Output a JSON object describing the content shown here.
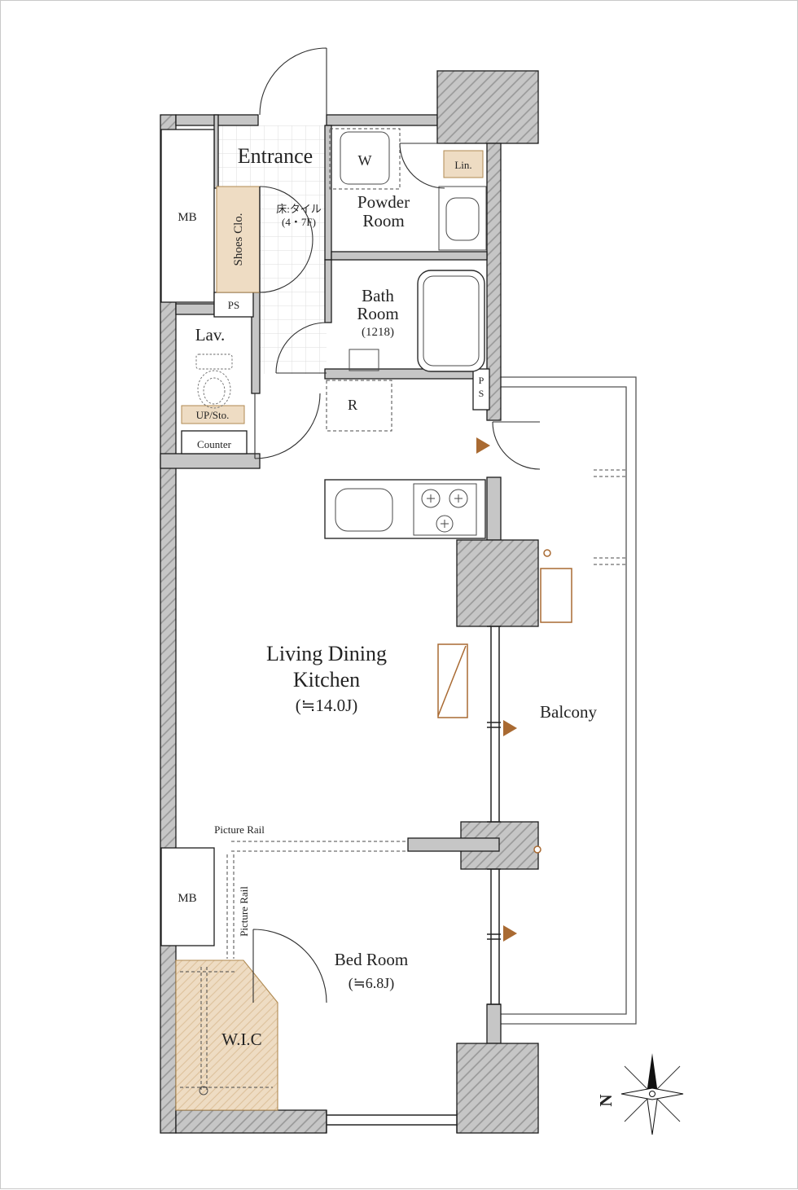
{
  "plan": {
    "type": "apartment-floor-plan"
  },
  "colors": {
    "wall_gray": "#c6c6c6",
    "hatch_line": "#979797",
    "outline": "#1c1c1c",
    "closet_beige": "#eedcc3",
    "closet_border": "#b08a52",
    "closet_hatch": "#ddc19b",
    "accent_orange": "#a96a32",
    "tile_line": "#dedede",
    "rail_gray": "#555555"
  },
  "rooms": {
    "entrance": {
      "label": "Entrance"
    },
    "powder": {
      "line1": "Powder",
      "line2": "Room"
    },
    "bath": {
      "line1": "Bath",
      "line2": "Room",
      "size": "(1218)"
    },
    "lav": {
      "label": "Lav."
    },
    "ldk": {
      "line1": "Living Dining",
      "line2": "Kitchen",
      "size": "(≒14.0J)"
    },
    "bedroom": {
      "label": "Bed Room",
      "size": "(≒6.8J)"
    },
    "balcony": {
      "label": "Balcony"
    },
    "wic": {
      "label": "W.I.C"
    }
  },
  "fixtures": {
    "mb_top": "MB",
    "mb_bottom": "MB",
    "shoes_closet": "Shoes Clo.",
    "floor_note_line1": "床:タイル",
    "floor_note_line2": "(4・7F)",
    "washer": "W",
    "linen": "Lin.",
    "ps_top": "PS",
    "ps_right_p": "P",
    "ps_right_s": "S",
    "up_storage": "UP/Sto.",
    "counter": "Counter",
    "refrigerator": "R",
    "picture_rail_top": "Picture Rail",
    "picture_rail_side": "Picture Rail",
    "compass_north": "N"
  }
}
